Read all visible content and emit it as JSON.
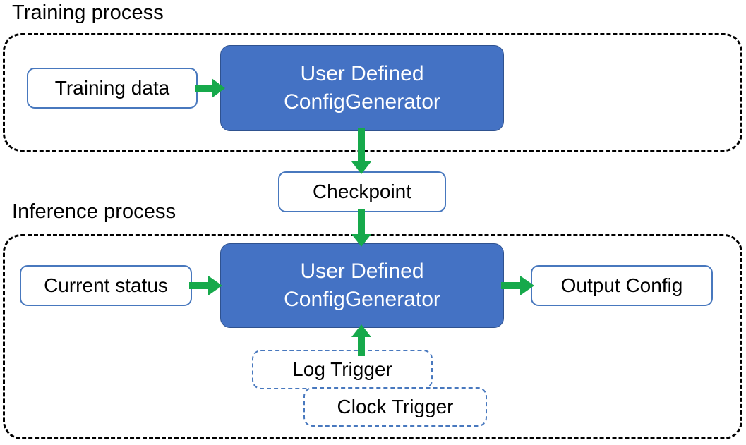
{
  "diagram": {
    "title_training": "Training process",
    "title_inference": "Inference process",
    "accent_blue": "#4472C4",
    "node_border_blue": "#4878BE",
    "arrow_green": "#16A94B",
    "group_border": "#000000"
  },
  "training_group": {
    "label": "Training process",
    "nodes": {
      "training_data": "Training data",
      "config_generator_line1": "User Defined",
      "config_generator_line2": "ConfigGenerator"
    }
  },
  "checkpoint": {
    "label": "Checkpoint"
  },
  "inference_group": {
    "label": "Inference process",
    "nodes": {
      "current_status": "Current status",
      "config_generator_line1": "User Defined",
      "config_generator_line2": "ConfigGenerator",
      "output_config": "Output Config",
      "log_trigger": "Log Trigger",
      "clock_trigger": "Clock Trigger"
    }
  },
  "arrows": [
    {
      "name": "training-data-to-generator",
      "from": "Training data",
      "to": "User Defined ConfigGenerator",
      "direction": "right"
    },
    {
      "name": "generator-to-checkpoint",
      "from": "User Defined ConfigGenerator",
      "to": "Checkpoint",
      "direction": "down"
    },
    {
      "name": "checkpoint-to-generator",
      "from": "Checkpoint",
      "to": "User Defined ConfigGenerator",
      "direction": "down"
    },
    {
      "name": "current-status-to-generator",
      "from": "Current status",
      "to": "User Defined ConfigGenerator",
      "direction": "right"
    },
    {
      "name": "generator-to-output-config",
      "from": "User Defined ConfigGenerator",
      "to": "Output Config",
      "direction": "right"
    },
    {
      "name": "triggers-to-generator",
      "from": "Log Trigger / Clock Trigger",
      "to": "User Defined ConfigGenerator",
      "direction": "up"
    }
  ]
}
